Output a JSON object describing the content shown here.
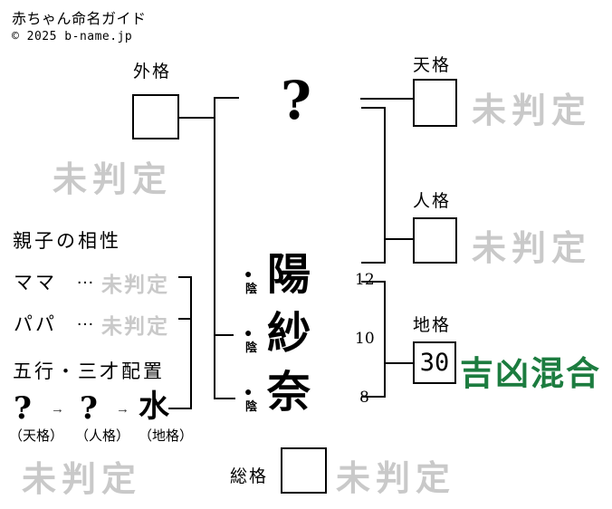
{
  "header": {
    "title": "赤ちゃん命名ガイド",
    "copyright": "© 2025 b-name.jp"
  },
  "colors": {
    "watermark": "#c9c9c9",
    "result_green": "#1c7c3f"
  },
  "surname": {
    "placeholder": "?"
  },
  "name_chars": [
    {
      "char": "陽",
      "strokes": "12",
      "mark": "●",
      "yinyang": "陰"
    },
    {
      "char": "紗",
      "strokes": "10",
      "mark": "●",
      "yinyang": "陰"
    },
    {
      "char": "奈",
      "strokes": "8",
      "mark": "●",
      "yinyang": "陰"
    }
  ],
  "kaku": {
    "tenkaku": {
      "label": "天格",
      "result": "未判定"
    },
    "jinkaku": {
      "label": "人格",
      "result": "未判定"
    },
    "chikaku": {
      "label": "地格",
      "value": "30",
      "result": "吉凶混合"
    },
    "gaikaku": {
      "label": "外格",
      "result": "未判定"
    },
    "soukaku": {
      "label": "総格",
      "result": "未判定"
    }
  },
  "compatibility": {
    "heading": "親子の相性",
    "rows": [
      {
        "label": "ママ",
        "dots": "…",
        "result": "未判定"
      },
      {
        "label": "パパ",
        "dots": "…",
        "result": "未判定"
      }
    ]
  },
  "gogyo": {
    "heading": "五行・三才配置",
    "arrow": "→",
    "result": "未判定",
    "items": [
      {
        "value": "?",
        "label": "（天格）"
      },
      {
        "value": "?",
        "label": "（人格）"
      },
      {
        "value": "水",
        "label": "（地格）"
      }
    ]
  }
}
